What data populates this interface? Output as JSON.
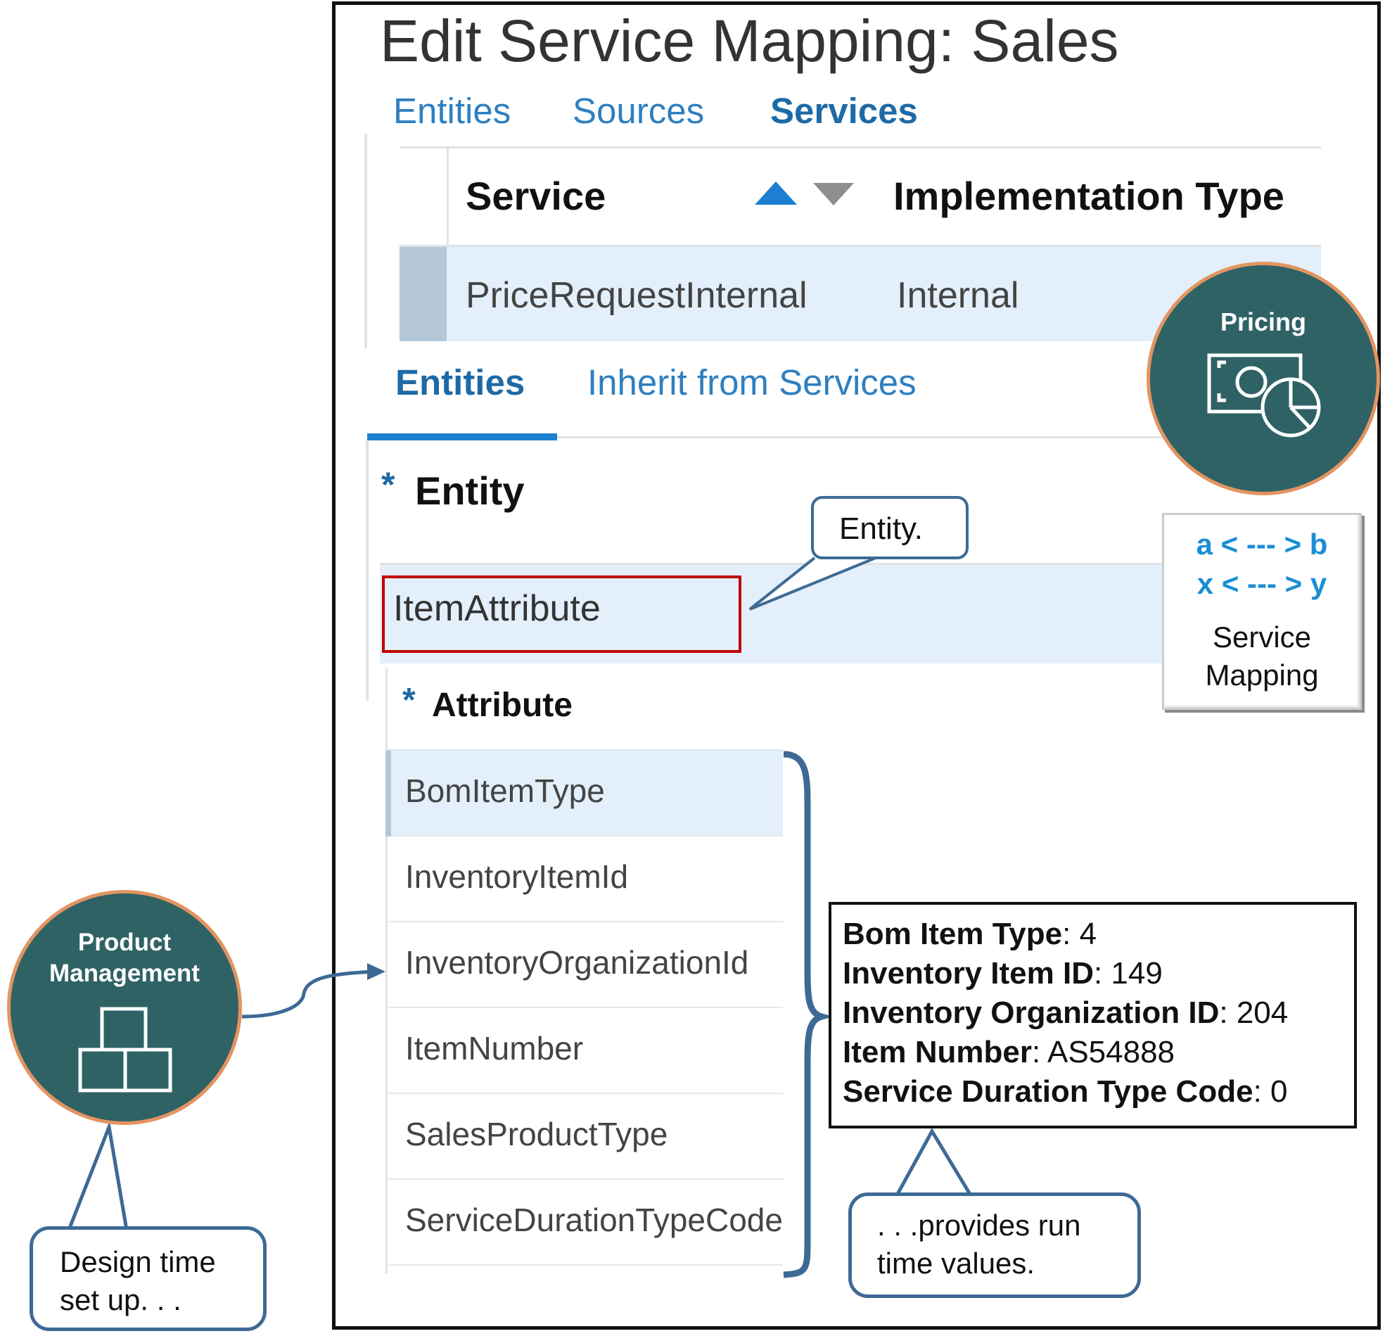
{
  "page": {
    "title": "Edit Service Mapping: Sales"
  },
  "top_tabs": [
    {
      "label": "Entities",
      "active": false
    },
    {
      "label": "Sources",
      "active": false
    },
    {
      "label": "Services",
      "active": true
    }
  ],
  "services_table": {
    "columns": [
      "Service",
      "Implementation Type"
    ],
    "rows": [
      {
        "service": "PriceRequestInternal",
        "implementation_type": "Internal"
      }
    ]
  },
  "sub_tabs": [
    {
      "label": "Entities",
      "active": true
    },
    {
      "label": "Inherit from Services",
      "active": false
    }
  ],
  "entity_table": {
    "required_mark": "*",
    "header": "Entity",
    "selected": "ItemAttribute"
  },
  "attribute_table": {
    "required_mark": "*",
    "header": "Attribute",
    "rows": [
      "BomItemType",
      "InventoryItemId",
      "InventoryOrganizationId",
      "ItemNumber",
      "SalesProductType",
      "ServiceDurationTypeCode"
    ]
  },
  "callouts": {
    "entity": "Entity.",
    "design_time": [
      "Design time",
      "set up. . ."
    ],
    "run_time": [
      ". . .provides run",
      "time values."
    ]
  },
  "pricing_badge": {
    "label": "Pricing",
    "icon": "money-pie-chart-icon"
  },
  "product_badge": {
    "label_line1": "Product",
    "label_line2": "Management",
    "icon": "stacked-boxes-icon"
  },
  "service_mapping_box": {
    "line1": "a < --- > b",
    "line2": "x < --- > y",
    "label_line1": "Service",
    "label_line2": "Mapping"
  },
  "runtime_values": [
    {
      "label": "Bom Item Type",
      "value": ": 4"
    },
    {
      "label": "Inventory Item ID",
      "value": ": 149"
    },
    {
      "label": "Inventory Organization ID",
      "value": ": 204"
    },
    {
      "label": "Item Number",
      "value": ": AS54888"
    },
    {
      "label": "Service Duration Type Code",
      "value": ": 0"
    }
  ],
  "colors": {
    "link_blue": "#2e7fc0",
    "selected_row": "#e3effa",
    "badge_fill": "#2f6265",
    "badge_border": "#e29461",
    "callout_border": "#3d6a95",
    "highlight_red": "#c00000",
    "mapping_blue": "#1a8ed6"
  }
}
